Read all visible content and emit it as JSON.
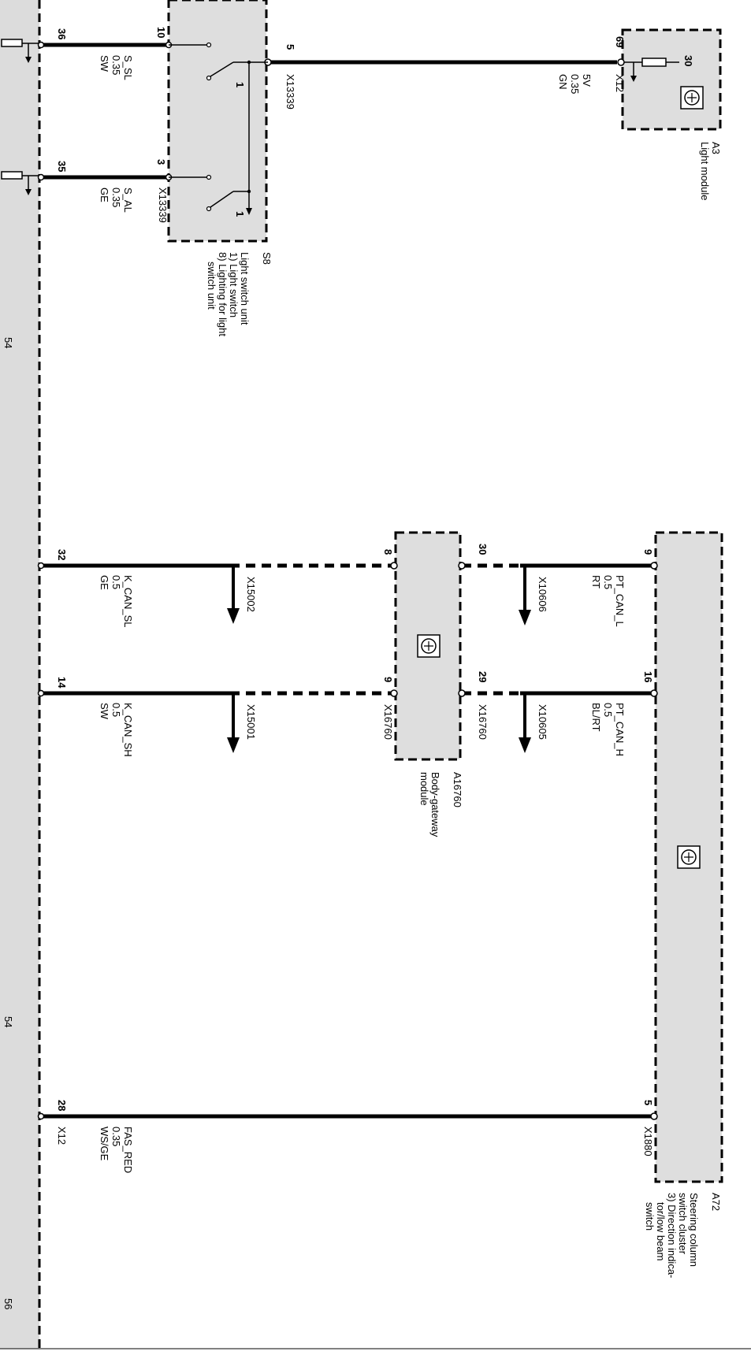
{
  "left_connector": {
    "pins": [
      "36",
      "35",
      "32",
      "14",
      "28"
    ],
    "page_marks": [
      "54",
      "54",
      "56"
    ]
  },
  "s8": {
    "id": "S8",
    "lines": [
      "Light switch unit",
      "1) Light switch",
      "8) Lighting for light",
      "switch unit"
    ],
    "pin_10": "10",
    "pin_3": "3",
    "pin_5": "5",
    "switch_number": "1",
    "conn_top": "X13339",
    "conn_bottom": "X13339"
  },
  "a3": {
    "id": "A3",
    "name": "Light module",
    "pin": "69",
    "conn": "X12",
    "terminal": "30"
  },
  "a16760": {
    "id": "A16760",
    "lines": [
      "Body-gateway",
      "module"
    ],
    "pin_8": "8",
    "pin_9": "9",
    "pin_30": "30",
    "pin_29": "29",
    "conn_left": "X16760",
    "conn_right": "X16760"
  },
  "a72": {
    "id": "A72",
    "lines": [
      "Steering column",
      "switch cluster",
      "3) Direction indica-",
      "tor/low beam",
      "switch"
    ],
    "pin_9": "9",
    "pin_16": "16",
    "pin_5": "5",
    "conn": "X1880"
  },
  "wires": {
    "s_sl": [
      "S_SL",
      "0.35",
      "SW"
    ],
    "s_al": [
      "S_AL",
      "0.35",
      "GE"
    ],
    "five_v": [
      "5V",
      "0.35",
      "GN"
    ],
    "k_can_sl": [
      "K_CAN_SL",
      "0.5",
      "GE"
    ],
    "k_can_sh": [
      "K_CAN_SH",
      "0.5",
      "SW"
    ],
    "pt_can_l": [
      "PT_CAN_L",
      "0.5",
      "RT"
    ],
    "pt_can_h": [
      "PT_CAN_H",
      "0.5",
      "BL/RT"
    ],
    "fas_red": [
      "FAS_RED",
      "0.35",
      "WS/GE"
    ],
    "fas_conn": "X12"
  },
  "splices": {
    "x15002": "X15002",
    "x15001": "X15001",
    "x10606": "X10606",
    "x10605": "X10605"
  }
}
